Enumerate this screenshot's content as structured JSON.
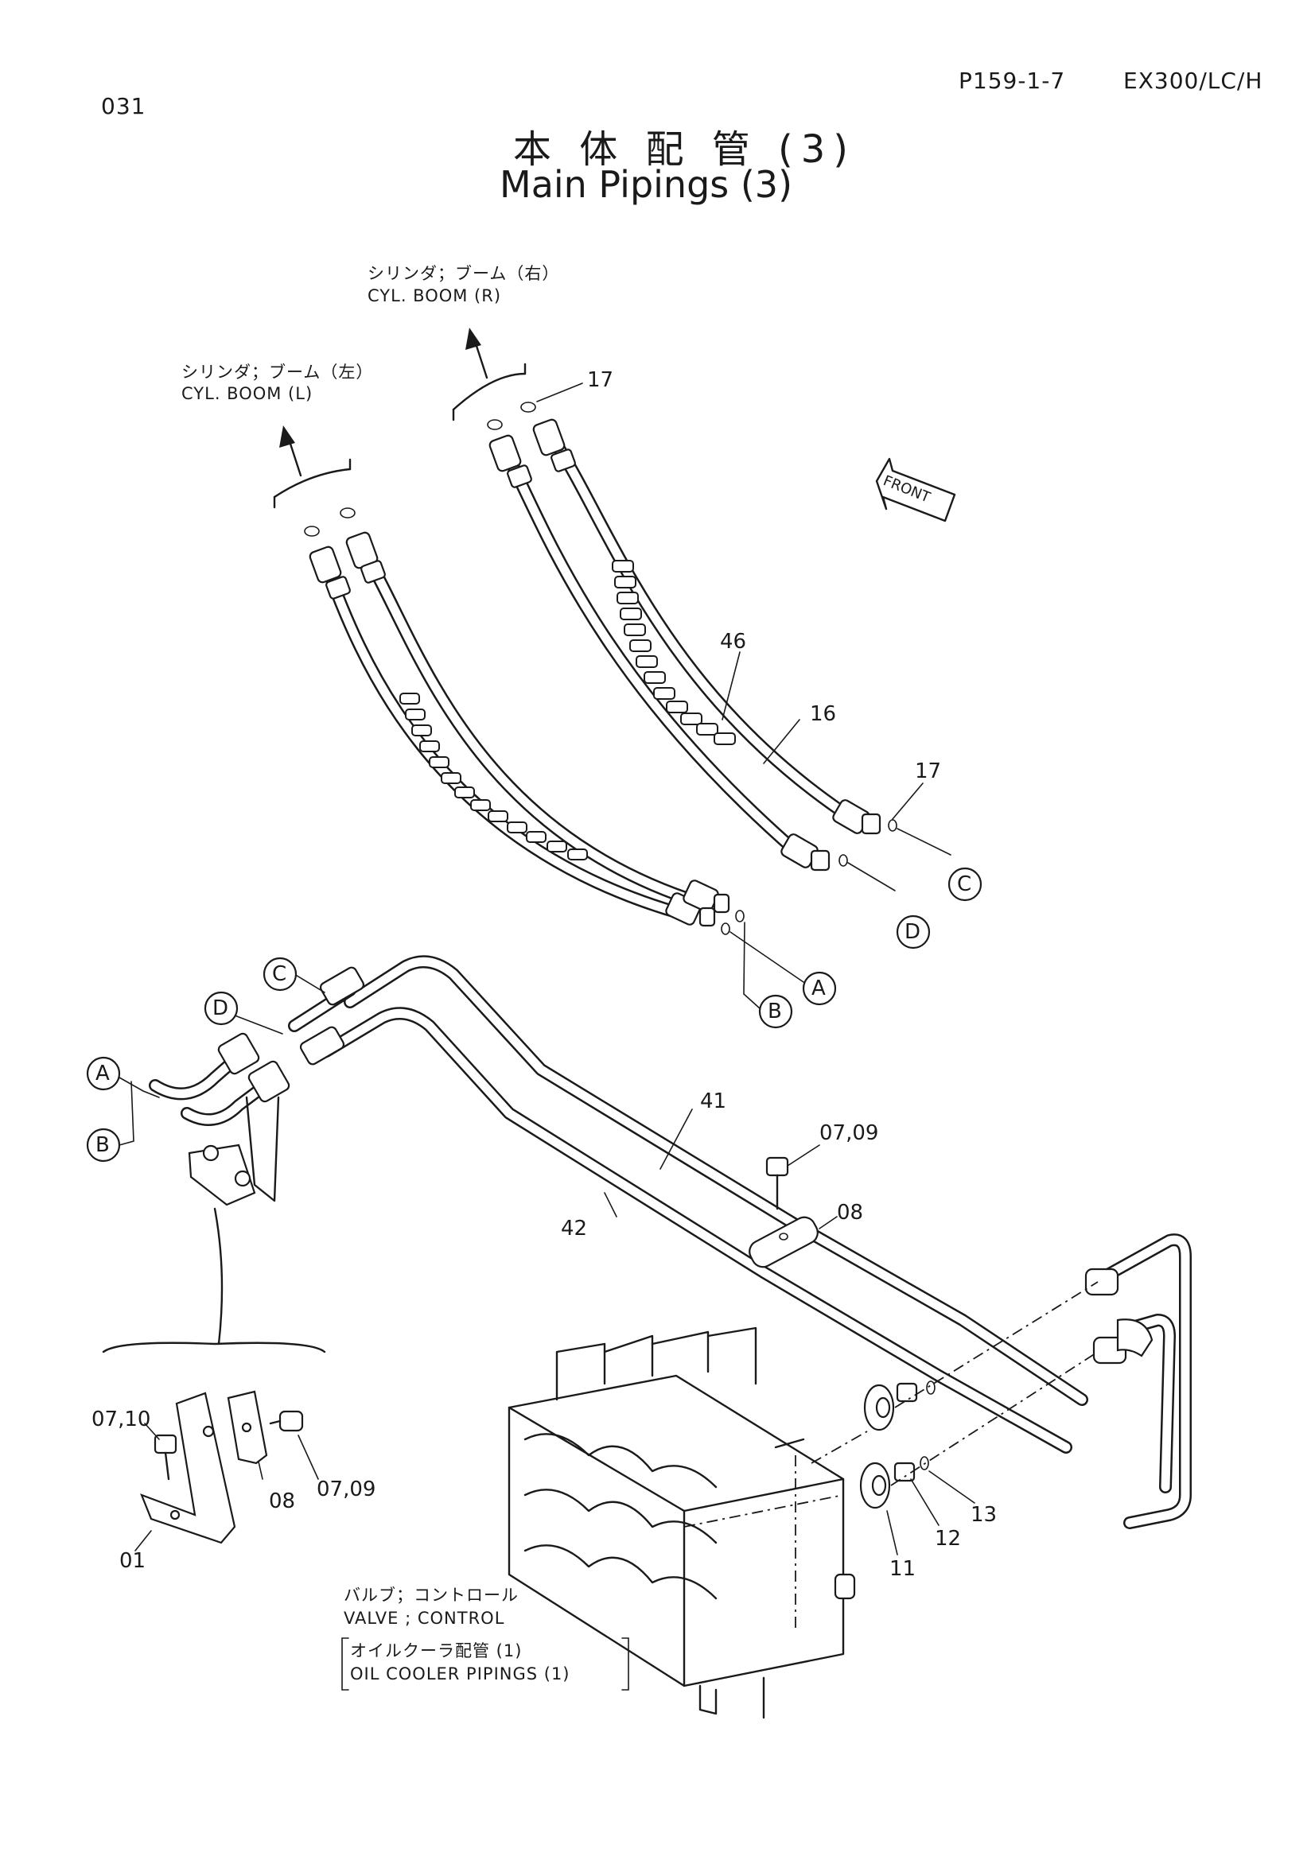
{
  "header": {
    "page_number": "031",
    "ref_code": "P159-1-7",
    "model": "EX300/LC/H"
  },
  "title": {
    "japanese": "本 体 配 管 (3)",
    "english": "Main Pipings (3)"
  },
  "labels": {
    "boom_right_jp": "シリンダ；ブーム（右）",
    "boom_right_en": "CYL. BOOM (R)",
    "boom_left_jp": "シリンダ；ブーム（左）",
    "boom_left_en": "CYL. BOOM (L)",
    "front": "FRONT",
    "valve_jp": "バルブ；コントロール",
    "valve_en": "VALVE ; CONTROL",
    "oil_cooler_jp": "オイルクーラ配管 (1)",
    "oil_cooler_en": "OIL COOLER PIPINGS (1)"
  },
  "connectors": [
    "A",
    "B",
    "C",
    "D"
  ],
  "part_numbers": {
    "p17_top": "17",
    "p17_right": "17",
    "p46": "46",
    "p16": "16",
    "p41": "41",
    "p42": "42",
    "p07_09_top": "07,09",
    "p08_top": "08",
    "p07_10": "07,10",
    "p08_bottom": "08",
    "p07_09_bottom": "07,09",
    "p01": "01",
    "p11": "11",
    "p12": "12",
    "p13": "13"
  }
}
